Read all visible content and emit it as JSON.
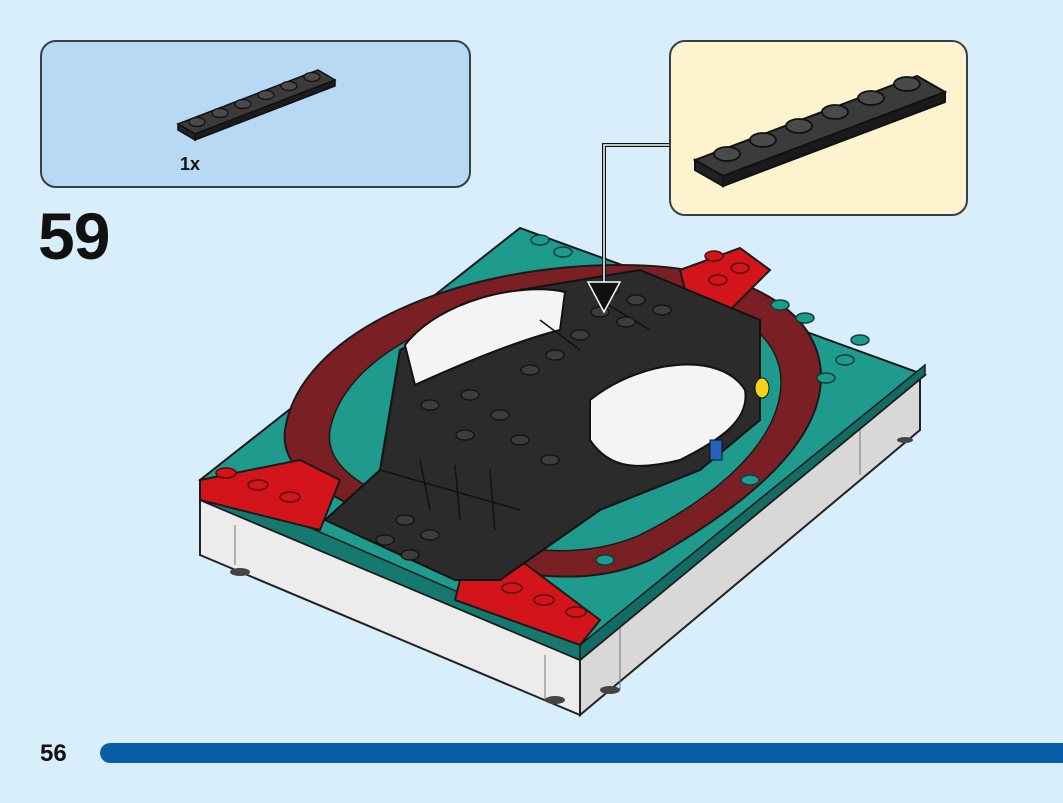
{
  "step": {
    "number": "59",
    "page_number": "56",
    "progress_fraction": 1.0
  },
  "parts_list": {
    "quantity": "1x",
    "part": "black-1x6-plate-icon"
  },
  "callout": {
    "part": "black-1x6-plate-icon"
  },
  "colors": {
    "page_background": "#d9eefb",
    "parts_box": "#b7d9f4",
    "callout_box": "#fdf3cf",
    "progress_bar": "#0a5da8",
    "brick_black": "#2b2b2b",
    "brick_white": "#f4f4f4",
    "brick_teal": "#1f9b8e",
    "brick_dark_red": "#7a1f24",
    "brick_red": "#d3151b"
  }
}
